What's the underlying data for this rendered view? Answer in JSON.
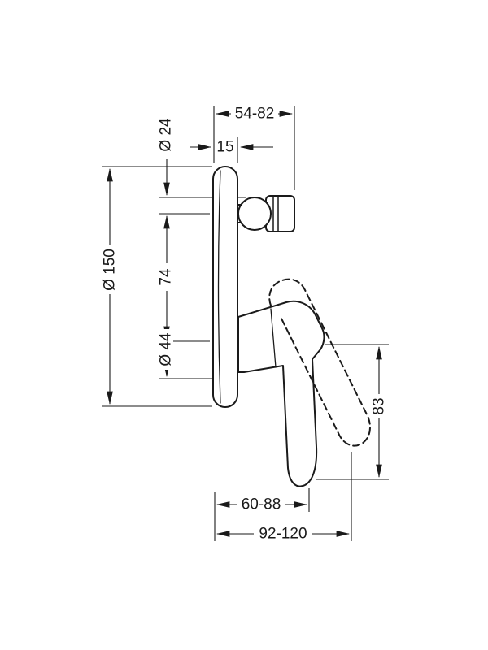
{
  "drawing": {
    "title": "concealed-mixer-dimensional-drawing",
    "labels": {
      "valve_width_range": "54-82",
      "wall_min_depth": "15",
      "spindle_diameter": "Ø 24",
      "escutcheon_diameter": "Ø 150",
      "axis_spacing": "74",
      "sleeve_diameter": "Ø 44",
      "handle_length": "83",
      "handle_projection": "60-88",
      "total_projection": "92-120"
    },
    "colors": {
      "line": "#1a1a1a",
      "background": "#ffffff"
    }
  }
}
